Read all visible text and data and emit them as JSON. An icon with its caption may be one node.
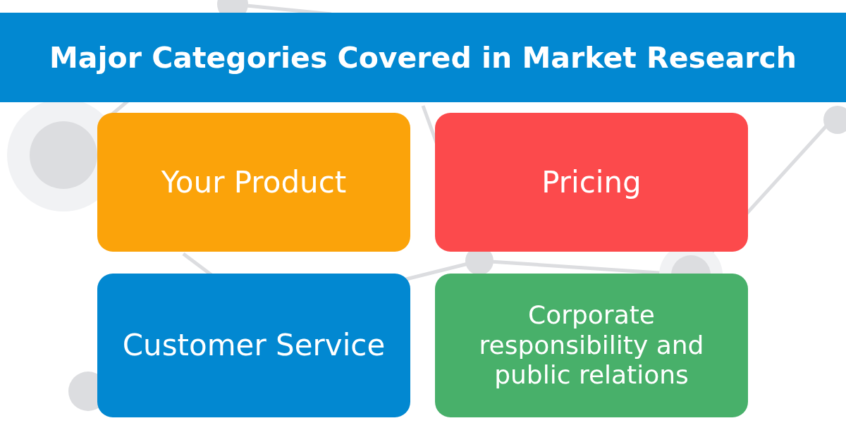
{
  "diagram": {
    "title": "Major Categories Covered in Market Research",
    "nodes": [
      {
        "text": [
          "Your Product"
        ]
      },
      {
        "text": [
          "Pricing"
        ]
      },
      {
        "text": [
          "Customer Service"
        ]
      },
      {
        "text": [
          "Corporate responsibility and public relations"
        ]
      }
    ]
  }
}
